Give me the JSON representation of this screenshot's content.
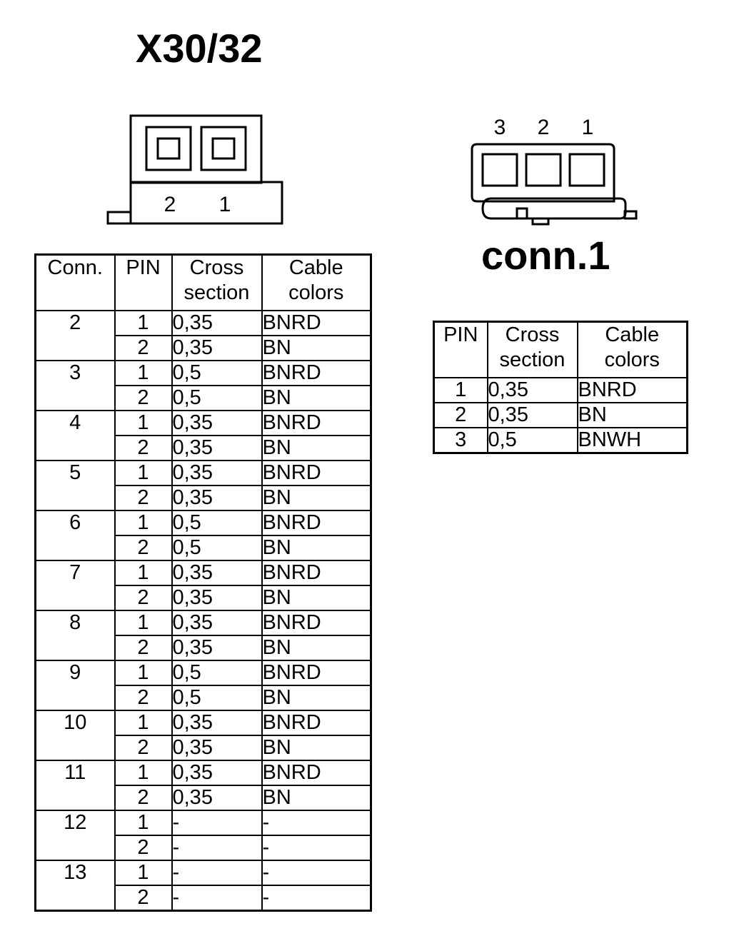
{
  "left": {
    "title": "X30/32",
    "connector_pins": [
      "2",
      "1"
    ],
    "headers": {
      "conn": "Conn.",
      "pin": "PIN",
      "cross_1": "Cross",
      "cross_2": "section",
      "cable_1": "Cable",
      "cable_2": "colors"
    },
    "rows": [
      {
        "conn": "2",
        "pins": [
          {
            "pin": "1",
            "cross": "0,35",
            "color": "BNRD"
          },
          {
            "pin": "2",
            "cross": "0,35",
            "color": "BN"
          }
        ]
      },
      {
        "conn": "3",
        "pins": [
          {
            "pin": "1",
            "cross": "0,5",
            "color": "BNRD"
          },
          {
            "pin": "2",
            "cross": "0,5",
            "color": "BN"
          }
        ]
      },
      {
        "conn": "4",
        "pins": [
          {
            "pin": "1",
            "cross": "0,35",
            "color": "BNRD"
          },
          {
            "pin": "2",
            "cross": "0,35",
            "color": "BN"
          }
        ]
      },
      {
        "conn": "5",
        "pins": [
          {
            "pin": "1",
            "cross": "0,35",
            "color": "BNRD"
          },
          {
            "pin": "2",
            "cross": "0,35",
            "color": "BN"
          }
        ]
      },
      {
        "conn": "6",
        "pins": [
          {
            "pin": "1",
            "cross": "0,5",
            "color": "BNRD"
          },
          {
            "pin": "2",
            "cross": "0,5",
            "color": "BN"
          }
        ]
      },
      {
        "conn": "7",
        "pins": [
          {
            "pin": "1",
            "cross": "0,35",
            "color": "BNRD"
          },
          {
            "pin": "2",
            "cross": "0,35",
            "color": "BN"
          }
        ]
      },
      {
        "conn": "8",
        "pins": [
          {
            "pin": "1",
            "cross": "0,35",
            "color": "BNRD"
          },
          {
            "pin": "2",
            "cross": "0,35",
            "color": "BN"
          }
        ]
      },
      {
        "conn": "9",
        "pins": [
          {
            "pin": "1",
            "cross": "0,5",
            "color": "BNRD"
          },
          {
            "pin": "2",
            "cross": "0,5",
            "color": "BN"
          }
        ]
      },
      {
        "conn": "10",
        "pins": [
          {
            "pin": "1",
            "cross": "0,35",
            "color": "BNRD"
          },
          {
            "pin": "2",
            "cross": "0,35",
            "color": "BN"
          }
        ]
      },
      {
        "conn": "11",
        "pins": [
          {
            "pin": "1",
            "cross": "0,35",
            "color": "BNRD"
          },
          {
            "pin": "2",
            "cross": "0,35",
            "color": "BN"
          }
        ]
      },
      {
        "conn": "12",
        "pins": [
          {
            "pin": "1",
            "cross": "-",
            "color": "-"
          },
          {
            "pin": "2",
            "cross": "-",
            "color": "-"
          }
        ]
      },
      {
        "conn": "13",
        "pins": [
          {
            "pin": "1",
            "cross": "-",
            "color": "-"
          },
          {
            "pin": "2",
            "cross": "-",
            "color": "-"
          }
        ]
      }
    ]
  },
  "right": {
    "title": "conn.1",
    "connector_pins": [
      "3",
      "2",
      "1"
    ],
    "headers": {
      "pin": "PIN",
      "cross_1": "Cross",
      "cross_2": "section",
      "cable_1": "Cable",
      "cable_2": "colors"
    },
    "rows": [
      {
        "pin": "1",
        "cross": "0,35",
        "color": "BNRD"
      },
      {
        "pin": "2",
        "cross": "0,35",
        "color": "BN"
      },
      {
        "pin": "3",
        "cross": "0,5",
        "color": "BNWH"
      }
    ]
  }
}
